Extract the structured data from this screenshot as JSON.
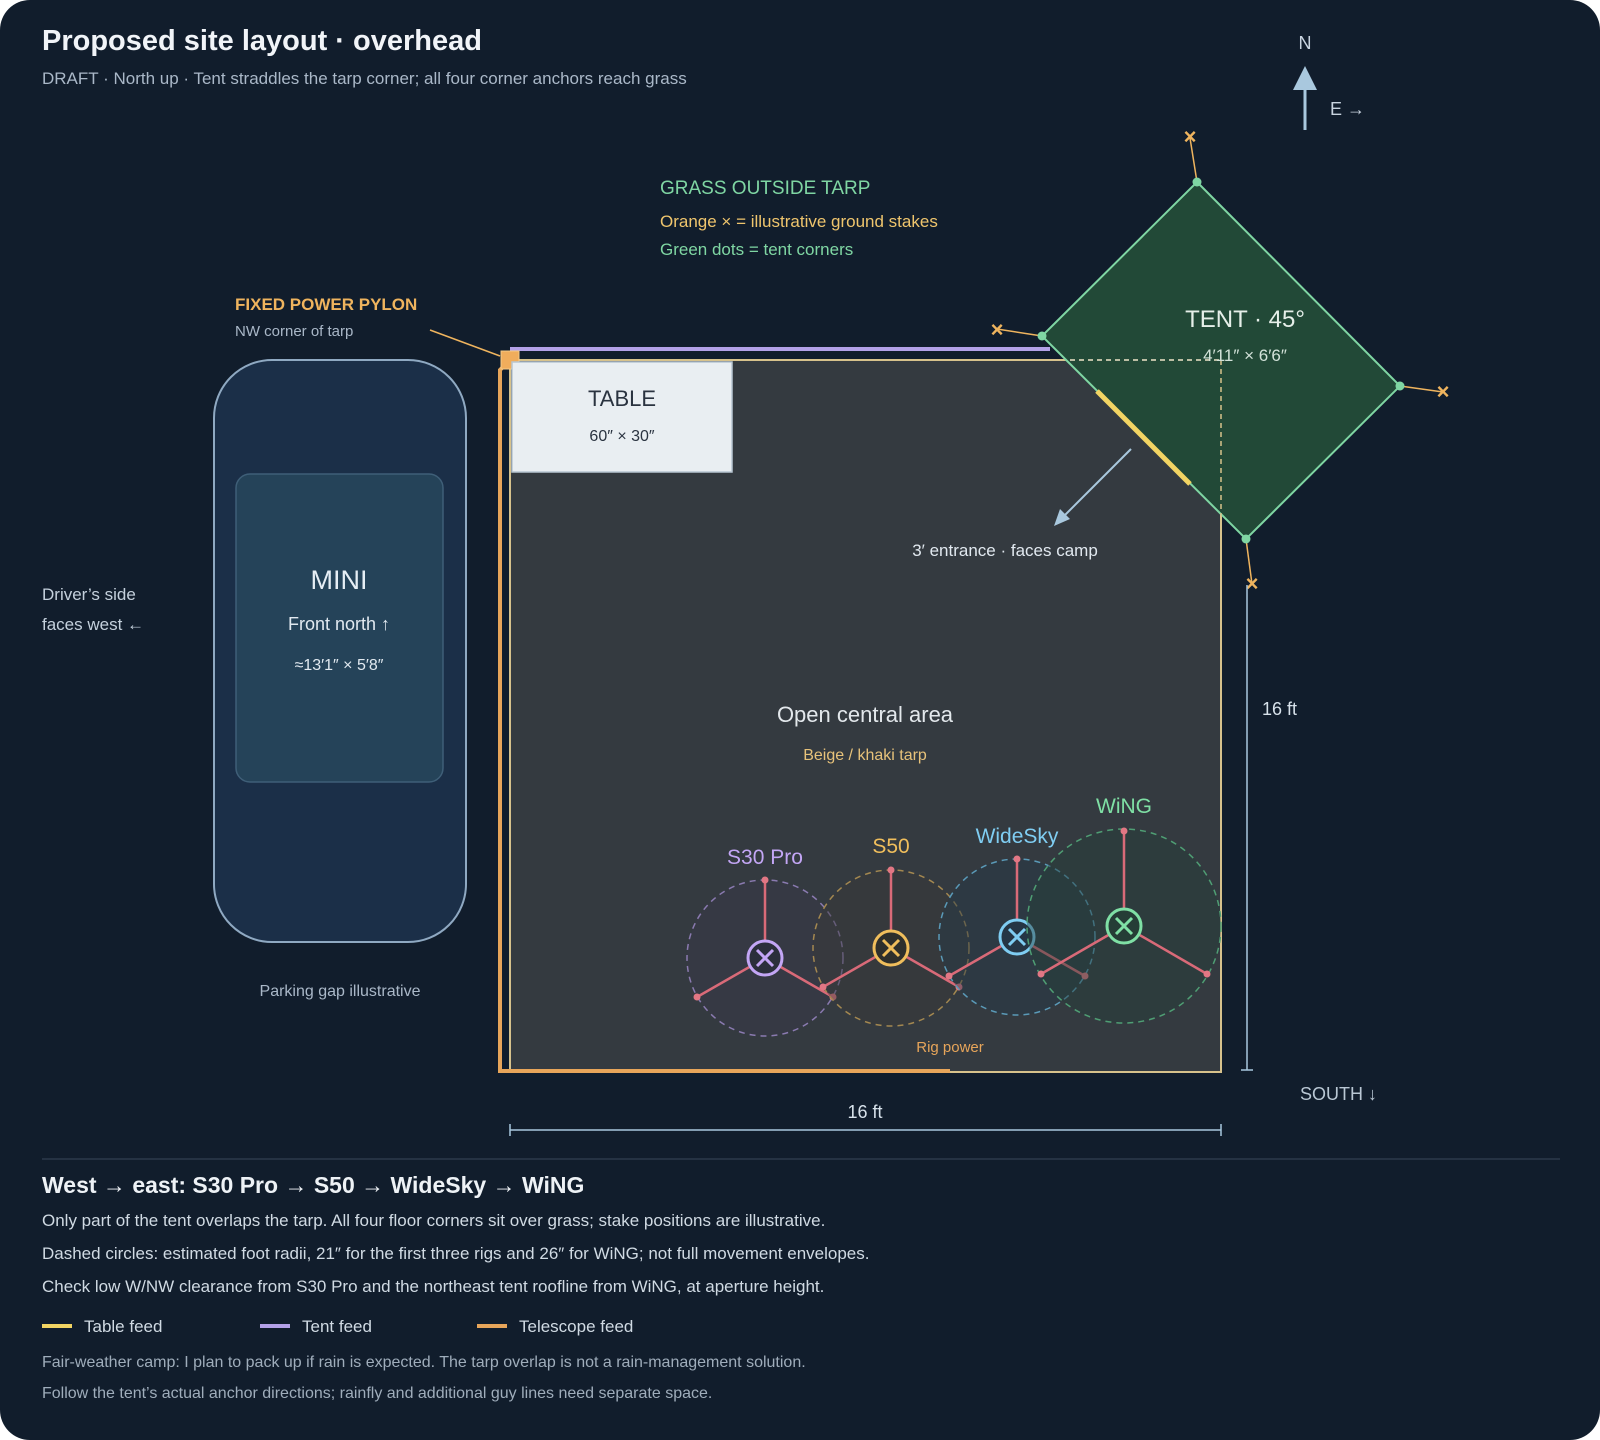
{
  "header": {
    "title": "Proposed site layout · overhead",
    "subtitle": "DRAFT · North up · Tent straddles the tarp corner; all four corner anchors reach grass"
  },
  "compass": {
    "north": "N",
    "east": "E →"
  },
  "grass_note": {
    "title": "GRASS OUTSIDE TARP",
    "line1": "Orange × = illustrative ground stakes",
    "line2": "Green dots = tent corners"
  },
  "pylon": {
    "title": "FIXED POWER PYLON",
    "subtitle": "NW corner of tarp"
  },
  "table": {
    "label": "TABLE",
    "size": "60″ × 30″"
  },
  "tent": {
    "label": "TENT · 45°",
    "size": "4′11″ × 6′6″",
    "entrance": "3′ entrance · faces camp"
  },
  "car": {
    "label": "MINI",
    "orientation": "Front north ↑",
    "size": "≈13′1″ × 5′8″",
    "driver_line1": "Driver’s side",
    "driver_line2": "faces west ←",
    "gap_note": "Parking gap illustrative"
  },
  "tarp": {
    "center_label": "Open central area",
    "material": "Beige / khaki tarp",
    "width_label": "16 ft",
    "height_label": "16 ft",
    "south": "SOUTH ↓",
    "rig_power": "Rig power"
  },
  "rigs": [
    {
      "name": "S30 Pro",
      "color": "#c3a6f5"
    },
    {
      "name": "S50",
      "color": "#f0be5c"
    },
    {
      "name": "WideSky",
      "color": "#7fcdf2"
    },
    {
      "name": "WiNG",
      "color": "#7fe0a5"
    }
  ],
  "notes": {
    "heading": "West → east: S30 Pro → S50 → WideSky → WiNG",
    "line1": "Only part of the tent overlaps the tarp. All four floor corners sit over grass; stake positions are illustrative.",
    "line2": "Dashed circles: estimated foot radii, 21″ for the first three rigs and 26″ for WiNG; not full movement envelopes.",
    "line3": "Check low W/NW clearance from S30 Pro and the northeast tent roofline from WiNG, at aperture height.",
    "footer1": "Fair-weather camp: I plan to pack up if rain is expected. The tarp overlap is not a rain-management solution.",
    "footer2": "Follow the tent’s actual anchor directions; rainfly and additional guy lines need separate space."
  },
  "legend": [
    {
      "label": "Table feed",
      "color": "#f2d463"
    },
    {
      "label": "Tent feed",
      "color": "#b3a1e8"
    },
    {
      "label": "Telescope feed",
      "color": "#e7a55a"
    }
  ]
}
